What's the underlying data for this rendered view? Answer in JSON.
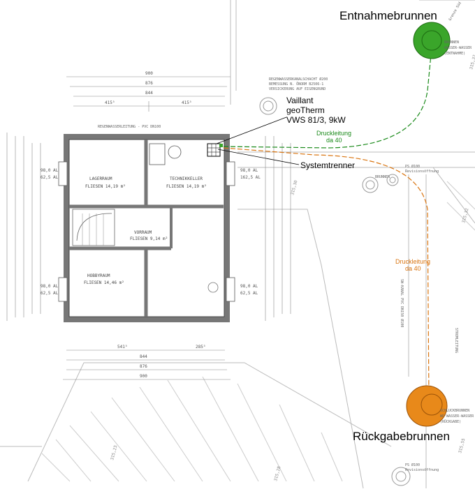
{
  "wells": {
    "extraction": {
      "title": "Entnahmebrunnen",
      "tag": "BRUNNEN\nWASSER-WASSER\n(ENTNAHME)",
      "color": "#3aa52a"
    },
    "return": {
      "title": "Rückgabebrunnen",
      "tag": "SCHLUCKBRUNNEN\nWP WASSER-WASSER\n(RÜCKGABE)",
      "color": "#e8891a"
    }
  },
  "heatpump": {
    "line1": "Vaillant",
    "line2": "geoTherm",
    "line3": "VWS 81/3, 9kW"
  },
  "system_separator": "Systemtrenner",
  "pressure_line_green": {
    "line1": "Druckleitung",
    "line2": "da 40",
    "color": "#1a8a1a"
  },
  "pressure_line_orange": {
    "line1": "Druckleitung",
    "line2": "da 40",
    "color": "#d9740f"
  },
  "rooms": [
    {
      "name": "LAGERRAUM",
      "area": "FLIESEN   14,19 m²"
    },
    {
      "name": "TECHNIKKELLER",
      "area": "FLIESEN   14,19 m²"
    },
    {
      "name": "VORRAUM",
      "area": "FLIESEN   9,14 m²"
    },
    {
      "name": "HOBBYRAUM",
      "area": "FLIESEN   14,46 m²"
    }
  ],
  "dimensions": {
    "top1": "900",
    "top2": "876",
    "top3": "844",
    "top4a": "415⁵",
    "top4b": "415⁵",
    "bot1": "541⁵",
    "bot1b": "285⁵",
    "bot2": "844",
    "bot3": "876",
    "bot4": "900",
    "win_left_top": "98,0  AL\n62,5  AL",
    "win_right_top": "98,0  AL\n162,5  AL",
    "win_left_bot": "98,0  AL\n62,5  AL",
    "win_right_bot": "98,0  AL\n62,5  AL"
  },
  "ground_labels": [
    "315,23",
    "315,28",
    "315,32",
    "315,30",
    "315,55",
    "315,32"
  ],
  "misc": {
    "rainwater": "REGENWASSERKANALSCHACHT Ø200\nBEMESSUNG N. ÖNORM B2506-1\nVERSICKERUNG AUF EIGENGRUND",
    "pvc_line": "REGENWASSERLEITUNG - PVC DN100",
    "brunnen_mid": "BRUNNEN",
    "ps_top": "PS Ø100\nRevisionsöffnung",
    "ps_bottom": "PS Ø100\nRevisionsöffnung",
    "sw_kanal": "SW-KANAL\nPVC DN150 Ø100\nPVC Ø150",
    "stromleitung": "STROMLEITUNG",
    "grenze": "Grenze Süd"
  }
}
